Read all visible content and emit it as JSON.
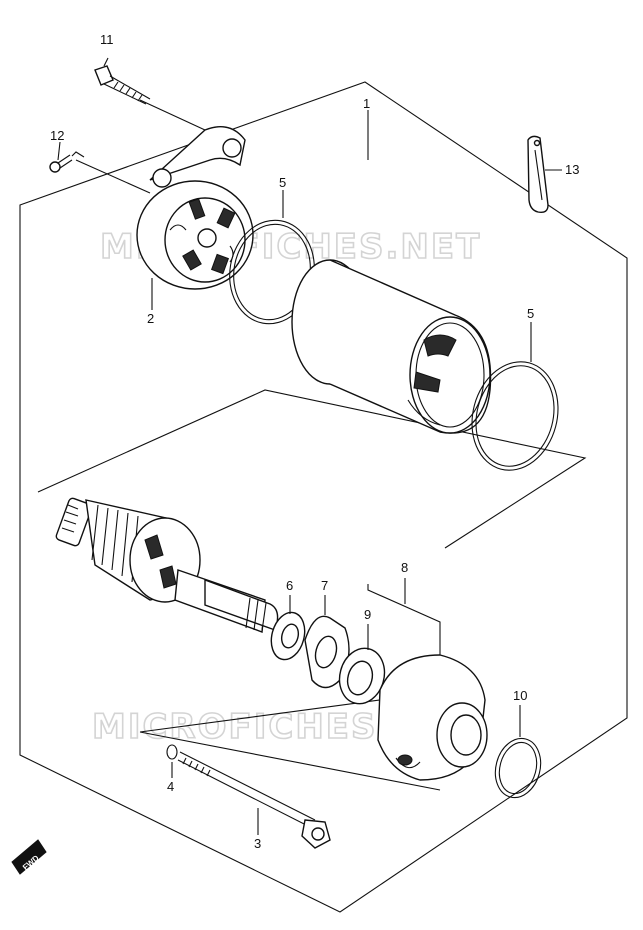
{
  "watermarks": [
    "MICROFICHES.NET",
    "MICROFICHES.NET"
  ],
  "fwd_label": "FWD",
  "callouts": {
    "c1": "1",
    "c2": "2",
    "c3": "3",
    "c4": "4",
    "c5a": "5",
    "c5b": "5",
    "c6": "6",
    "c7": "7",
    "c8": "8",
    "c9": "9",
    "c10": "10",
    "c11": "11",
    "c12": "12",
    "c13": "13"
  },
  "colors": {
    "line": "#111111",
    "watermark": "#d4d4d4"
  }
}
